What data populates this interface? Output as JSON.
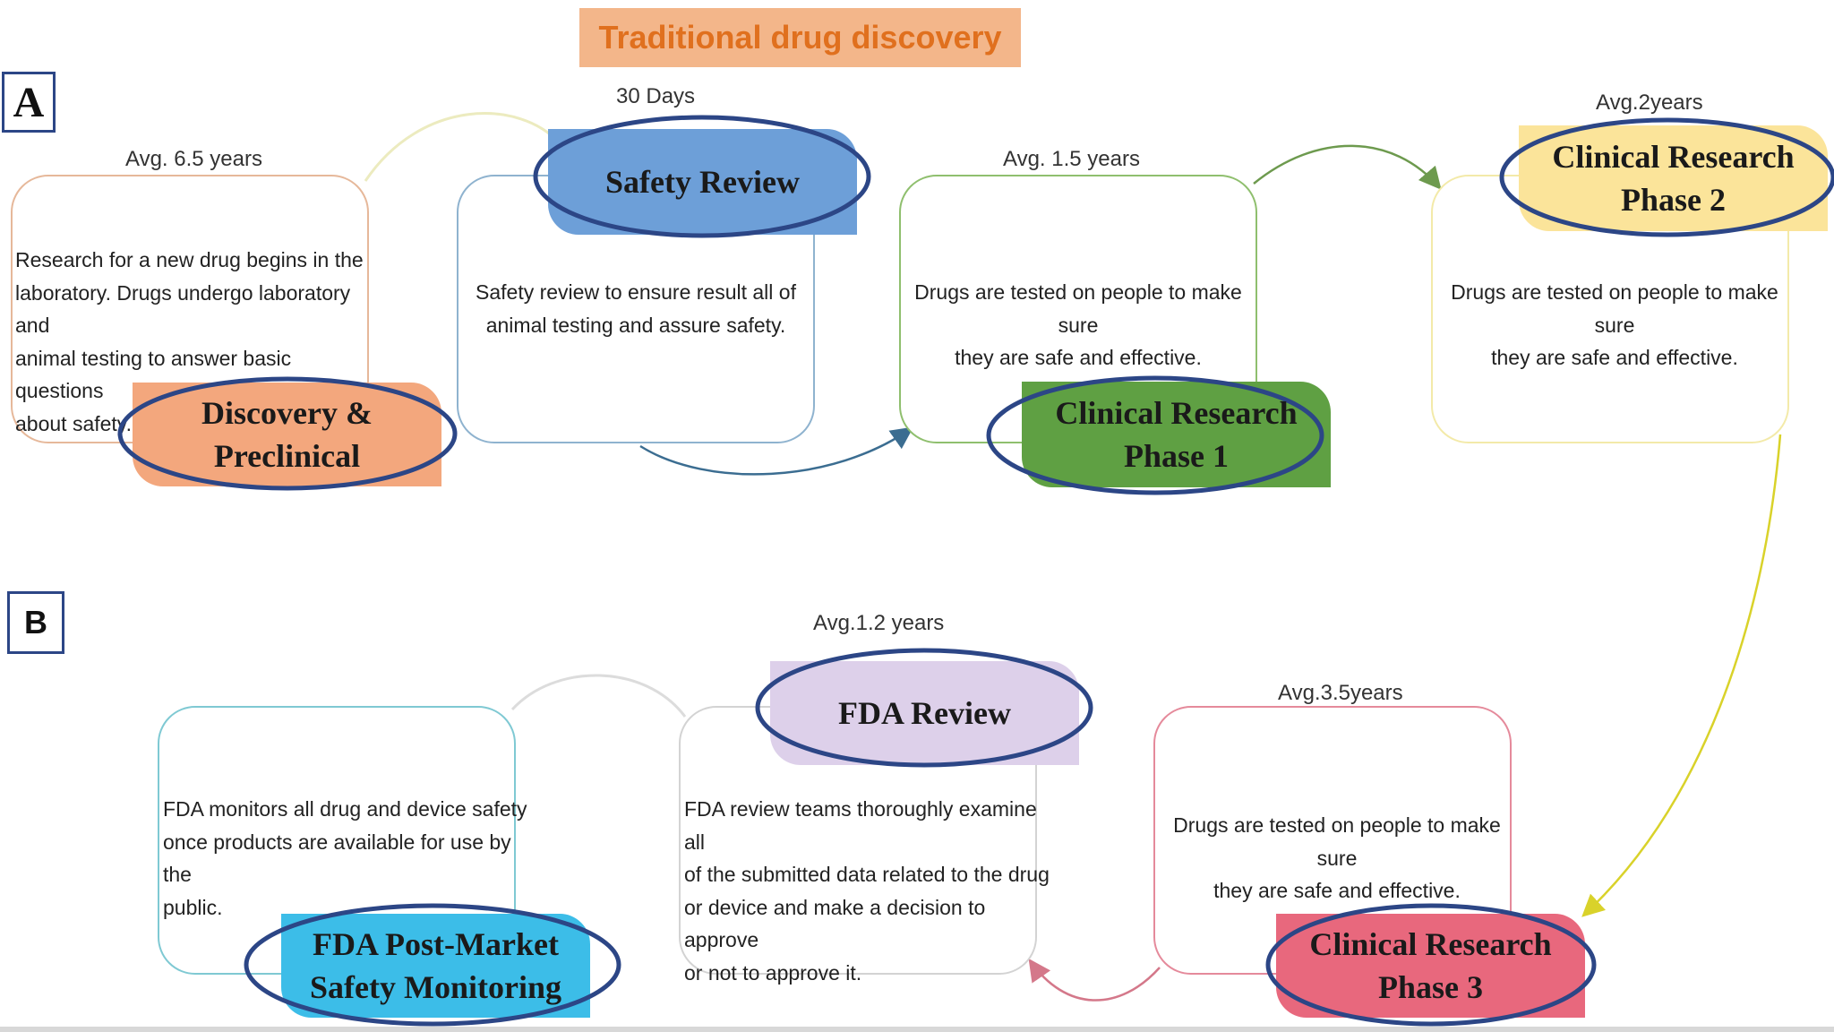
{
  "title": "Traditional drug discovery",
  "panel_labels": {
    "a": "A",
    "b": "B"
  },
  "stages": [
    {
      "id": "discovery",
      "name_lines": [
        "Discovery & Preclinical"
      ],
      "duration": "Avg. 6.5  years",
      "description_lines": [
        "Research for a new drug begins in the",
        "laboratory. Drugs undergo laboratory and",
        "animal testing to answer basic questions",
        "about safety."
      ],
      "tag_color": "#f3a77d",
      "border_color": "#e6b89a"
    },
    {
      "id": "safety",
      "name_lines": [
        "Safety Review"
      ],
      "duration": "30 Days",
      "description_lines": [
        "Safety review to ensure result all of",
        "animal testing and assure safety."
      ],
      "tag_color": "#6d9fd8",
      "border_color": "#8fb3cf"
    },
    {
      "id": "phase1",
      "name_lines": [
        "Clinical Research",
        "Phase 1"
      ],
      "duration": "Avg. 1.5 years",
      "description_lines": [
        "Drugs are tested on people to make sure",
        "they are safe and effective."
      ],
      "tag_color": "#5fa043",
      "border_color": "#8fbf6e"
    },
    {
      "id": "phase2",
      "name_lines": [
        "Clinical Research",
        "Phase 2"
      ],
      "duration": "Avg.2years",
      "description_lines": [
        "Drugs are tested on people to make sure",
        "they are safe and effective."
      ],
      "tag_color": "#fbe49a",
      "border_color": "#f3eaa9"
    },
    {
      "id": "phase3",
      "name_lines": [
        "Clinical Research",
        "Phase 3"
      ],
      "duration": "Avg.3.5years",
      "description_lines": [
        "Drugs are tested on people to make sure",
        "they are safe and effective."
      ],
      "tag_color": "#e8687d",
      "border_color": "#e58a9b"
    },
    {
      "id": "fda_review",
      "name_lines": [
        "FDA Review"
      ],
      "duration": "Avg.1.2 years",
      "description_lines": [
        "FDA review teams thoroughly examine all",
        "of the submitted data related to the drug",
        "or device and make a decision to approve",
        "or not to approve it."
      ],
      "tag_color": "#ddd0ea",
      "border_color": "#d3d3d3"
    },
    {
      "id": "postmarket",
      "name_lines": [
        "FDA Post-Market",
        "Safety Monitoring"
      ],
      "duration": "",
      "description_lines": [
        "FDA monitors all drug and device safety",
        "once products are available for use by the",
        "public."
      ],
      "tag_color": "#3cbde8",
      "border_color": "#7fc9d3"
    }
  ],
  "colors": {
    "highlight_ring": "#2c4686",
    "title_fill": "#f3b68a",
    "title_text": "#e0701e"
  }
}
